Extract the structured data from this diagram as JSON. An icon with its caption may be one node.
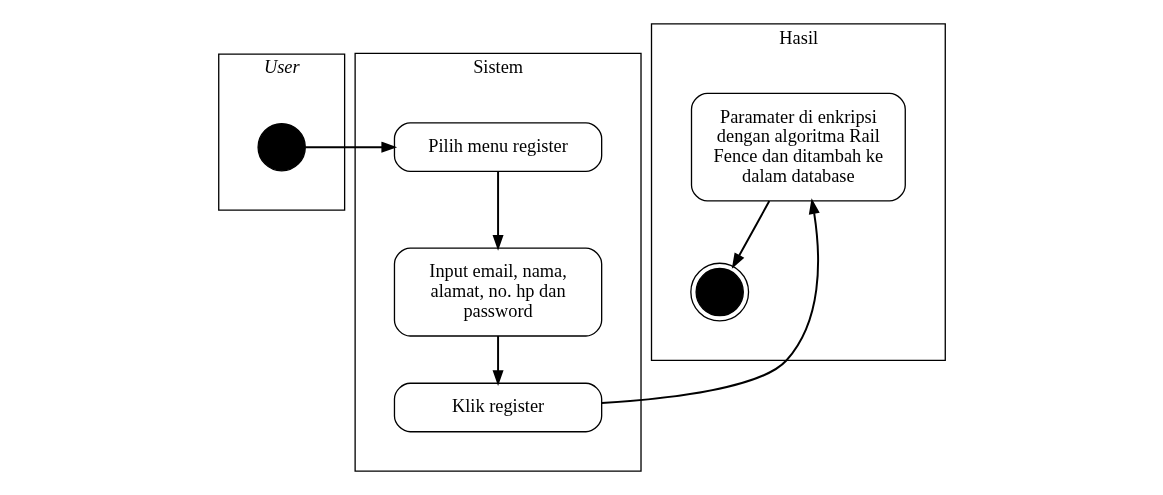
{
  "diagram": {
    "nodes": [
      {
        "text": [
          "User"
        ]
      },
      {
        "text": [
          "Sistem"
        ]
      },
      {
        "text": [
          "Hasil"
        ]
      },
      {
        "text": [],
        "shape": "circle",
        "in": 0
      },
      {
        "text": [
          "Pilih menu register"
        ],
        "in": 1
      },
      {
        "text": [
          "Input email, nama, alamat, no. hp dan password"
        ],
        "in": 1
      },
      {
        "text": [
          "Klik register"
        ],
        "in": 1
      },
      {
        "text": [
          "Paramater di enkripsi dengan algoritma Rail Fence dan ditambah ke dalam database"
        ],
        "in": 2
      },
      {
        "text": [],
        "shape": "circle",
        "in": 2
      }
    ],
    "edges": [
      {
        "from": 3,
        "to": 4,
        "arrow": "to"
      },
      {
        "from": 4,
        "to": 5,
        "arrow": "to"
      },
      {
        "from": 5,
        "to": 6,
        "arrow": "to"
      },
      {
        "from": 6,
        "to": 7,
        "arrow": "to"
      },
      {
        "from": 7,
        "to": 8,
        "arrow": "to"
      }
    ]
  }
}
